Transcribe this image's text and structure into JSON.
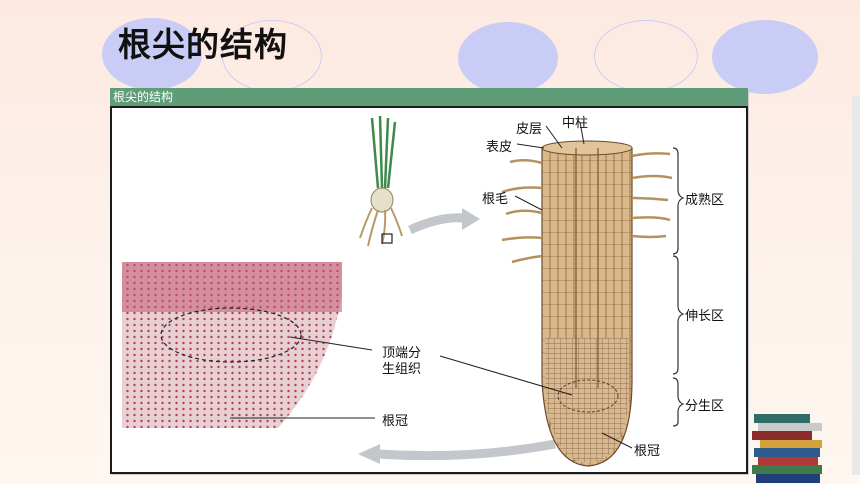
{
  "slide": {
    "title": "根尖的结构",
    "figure_caption": "根尖的结构"
  },
  "labels": {
    "cortex": "皮层",
    "stele": "中柱",
    "epidermis": "表皮",
    "root_hair": "根毛",
    "maturation_zone": "成熟区",
    "elongation_zone": "伸长区",
    "meristem_zone": "分生区",
    "root_cap_main": "根冠",
    "apical_meristem_line1": "顶端分",
    "apical_meristem_line2": "生组织",
    "root_cap_micro": "根冠"
  },
  "colors": {
    "header_bar": "#5f9c78",
    "deco_circle": "#c9cdf5",
    "root_tissue": "#d9b88a",
    "micrograph": "#c45a72"
  }
}
